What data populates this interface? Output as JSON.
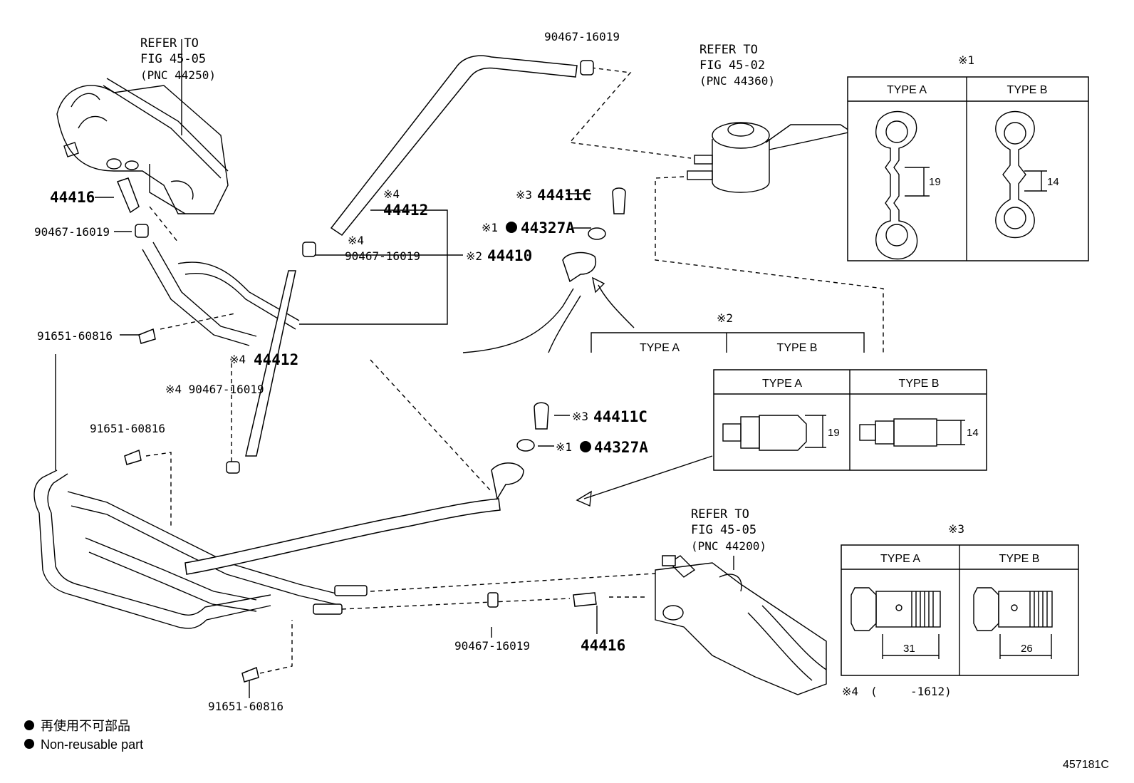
{
  "refers": {
    "top_left": {
      "line1": "REFER TO",
      "line2": "FIG 45-05",
      "line3": "(PNC 44250)"
    },
    "top_center": {
      "line1": "REFER TO",
      "line2": "FIG 45-02",
      "line3": "(PNC 44360)"
    },
    "bottom_right": {
      "line1": "REFER TO",
      "line2": "FIG 45-05",
      "line3": "(PNC 44200)"
    }
  },
  "parts": {
    "p44416_top": "44416",
    "p44416_bottom": "44416",
    "clamp_top_left": "90467-16019",
    "clamp_top_center": "90467-16019",
    "clamp_mid_mark": "※4",
    "clamp_mid": "90467-16019",
    "clamp_lower_left": "※4 90467-16019",
    "clamp_bottom": "90467-16019",
    "hose_mark": "※4",
    "hose": "44412",
    "hose_lower_mark": "※4",
    "hose_lower": "44412",
    "tube_mark": "※2",
    "tube": "44410",
    "bolt_left": "91651-60816",
    "bolt_mid_left": "91651-60816",
    "bolt_bottom": "91651-60816",
    "union_upper_mark": "※3",
    "union_upper": "44411C",
    "gasket_upper_mark": "※1",
    "gasket_upper": "44327A",
    "union_lower_mark": "※3",
    "union_lower": "44411C",
    "gasket_lower_mark": "※1",
    "gasket_lower": "44327A"
  },
  "table1": {
    "mark": "※1",
    "type_a": "TYPE A",
    "type_b": "TYPE B",
    "dim_a": "19",
    "dim_b": "14"
  },
  "table2_partial": {
    "mark": "※2",
    "type_a": "TYPE A",
    "type_b": "TYPE B"
  },
  "table2": {
    "type_a": "TYPE A",
    "type_b": "TYPE B",
    "dim_a": "19",
    "dim_b": "14"
  },
  "table3": {
    "mark": "※3",
    "type_a": "TYPE A",
    "type_b": "TYPE B",
    "dim_a": "31",
    "dim_b": "26"
  },
  "note4": {
    "mark": "※4",
    "paren": "(",
    "range": "-1612)"
  },
  "legend": {
    "jp": "再使用不可部品",
    "en": "Non-reusable part"
  },
  "figure_id": "457181C"
}
